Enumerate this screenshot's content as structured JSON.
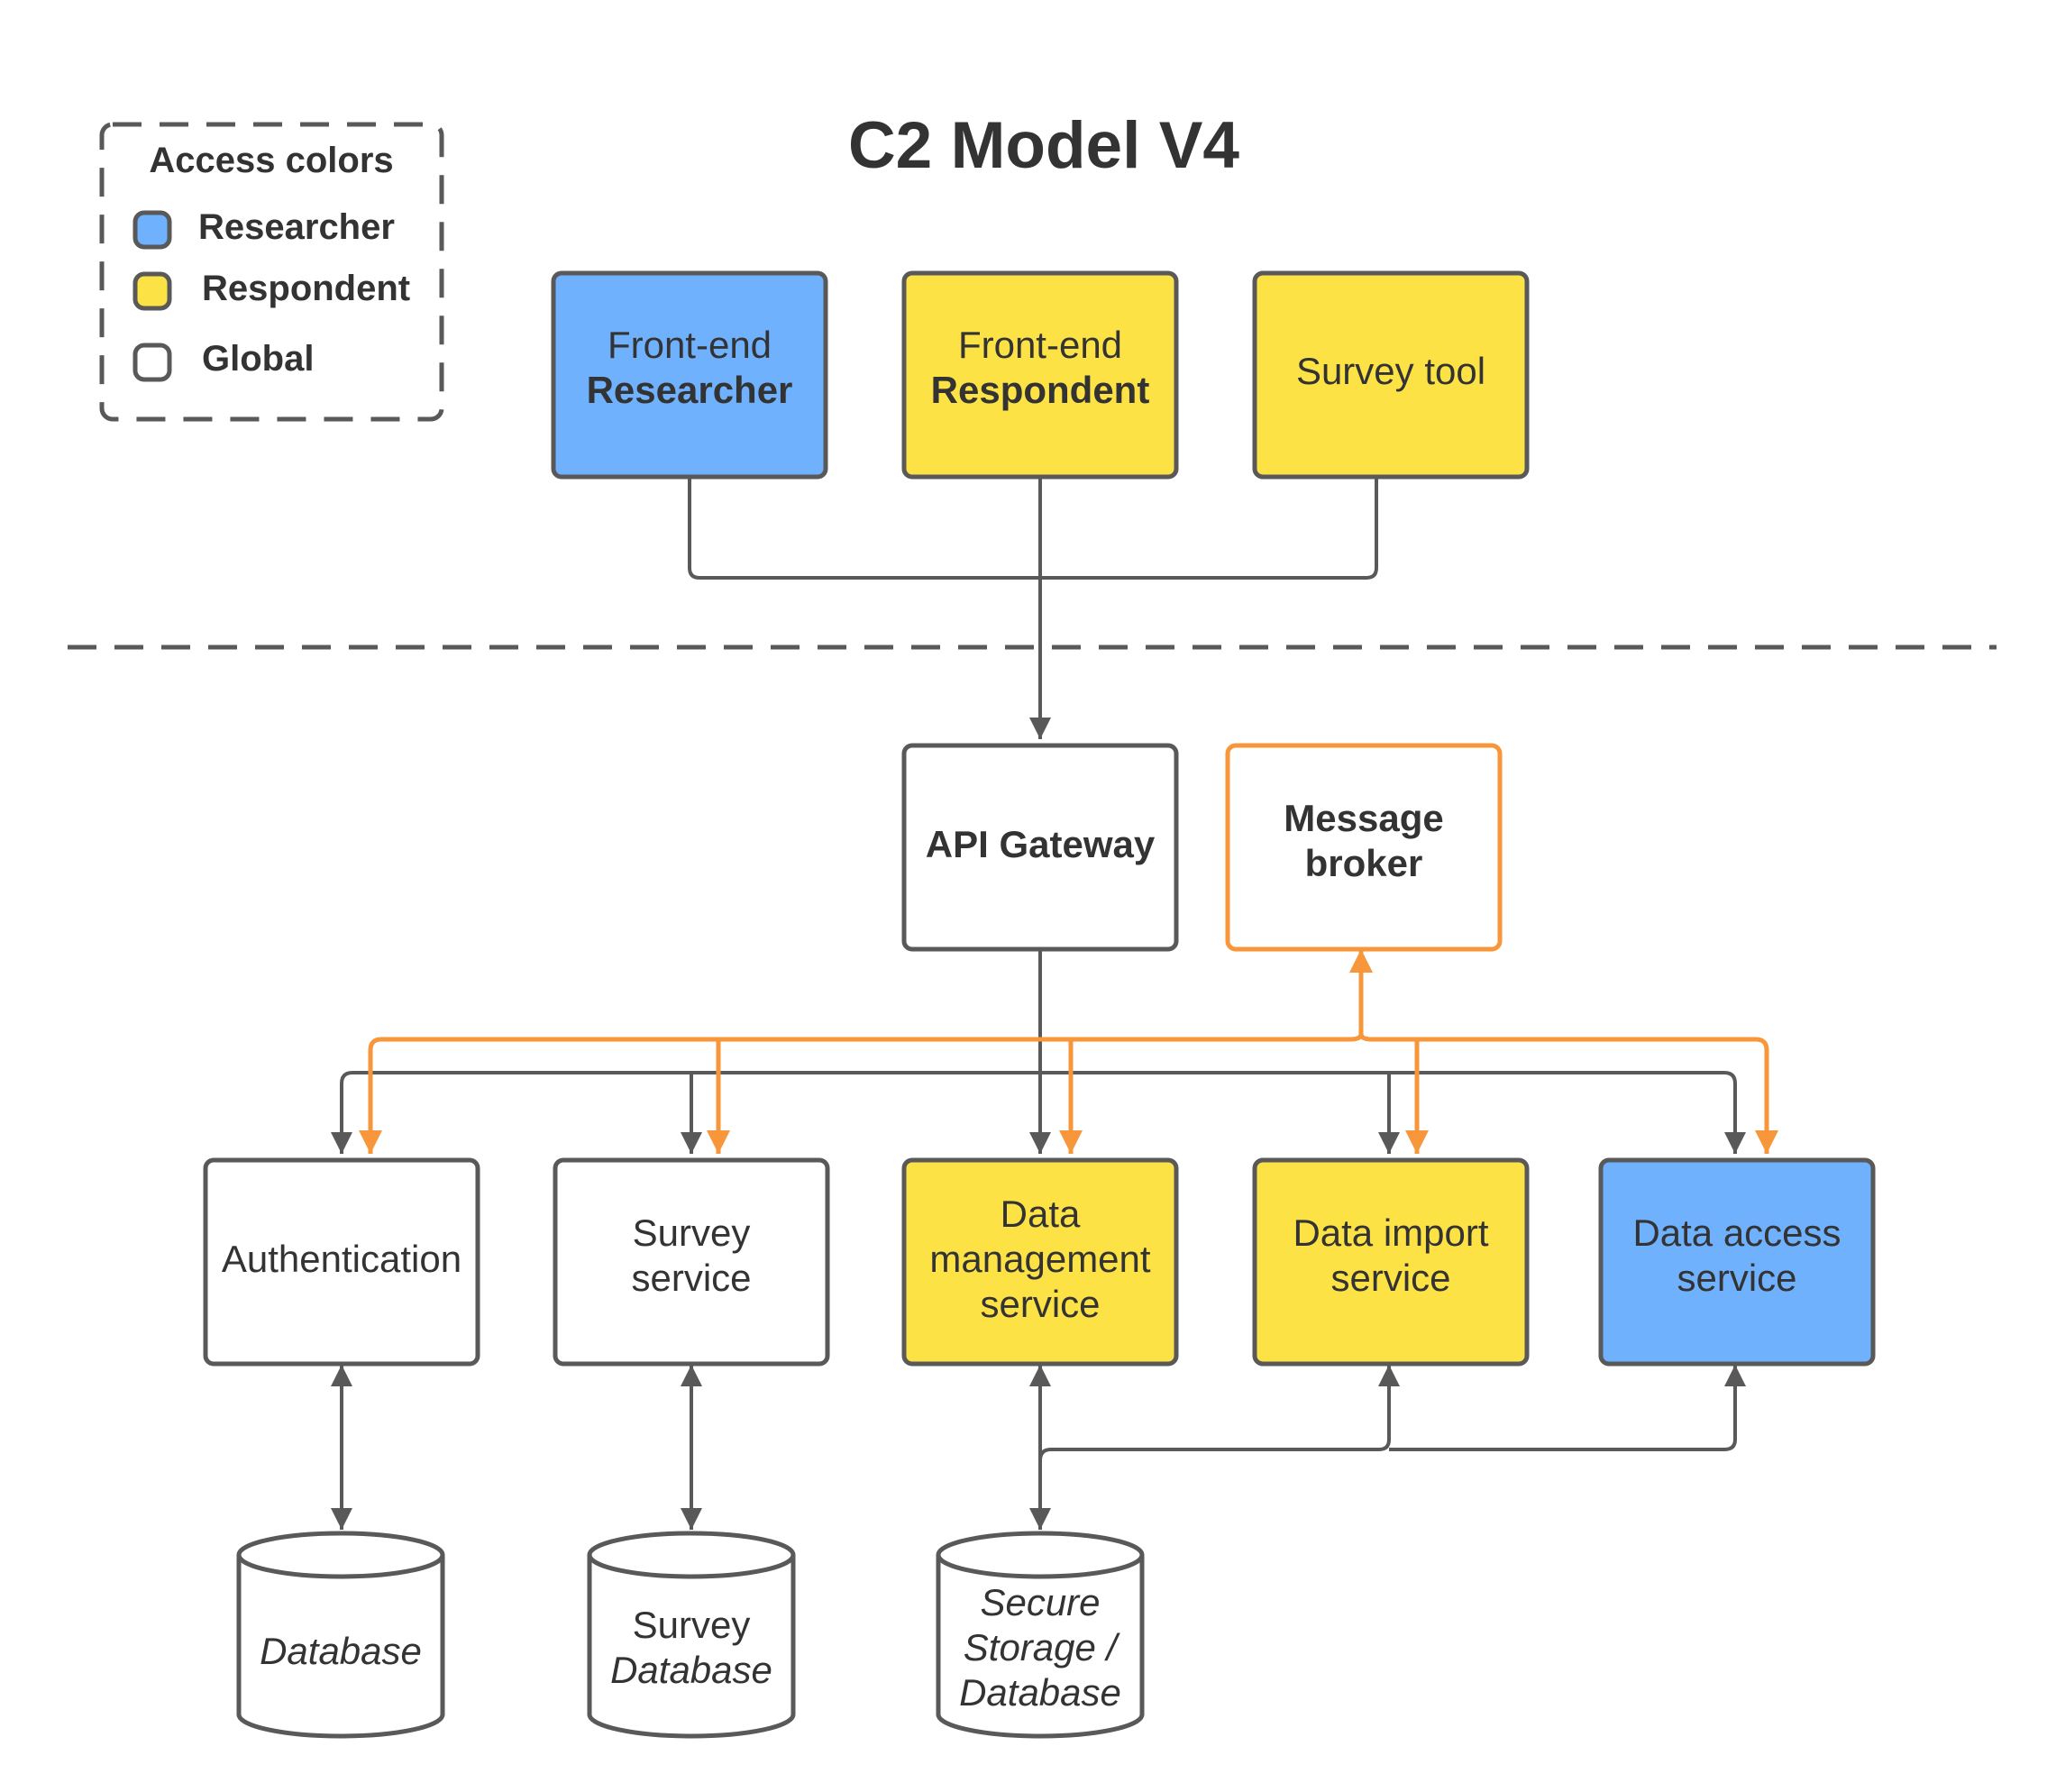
{
  "title": "C2 Model V4",
  "colors": {
    "researcher": "#6fb1fd",
    "respondent": "#fde246",
    "global": "#ffffff",
    "border": "#595959",
    "message_flow": "#f7963a",
    "text": "#333333"
  },
  "legend": {
    "heading": "Access colors",
    "items": [
      {
        "label": "Researcher",
        "color": "researcher"
      },
      {
        "label": "Respondent",
        "color": "respondent"
      },
      {
        "label": "Global",
        "color": "global"
      }
    ]
  },
  "nodes": {
    "frontend_researcher": {
      "line1": "Front-end",
      "line2": "Researcher",
      "access": "researcher"
    },
    "frontend_respondent": {
      "line1": "Front-end",
      "line2": "Respondent",
      "access": "respondent"
    },
    "survey_tool": {
      "label": "Survey tool",
      "access": "respondent"
    },
    "api_gateway": {
      "label": "API Gateway",
      "access": "global"
    },
    "message_broker": {
      "line1": "Message",
      "line2": "broker"
    },
    "authentication": {
      "label": "Authentication",
      "access": "global"
    },
    "survey_service": {
      "line1": "Survey",
      "line2": "service",
      "access": "global"
    },
    "data_management": {
      "line1": "Data",
      "line2": "management",
      "line3": "service",
      "access": "respondent"
    },
    "data_import": {
      "line1": "Data import",
      "line2": "service",
      "access": "respondent"
    },
    "data_access": {
      "line1": "Data access",
      "line2": "service",
      "access": "researcher"
    }
  },
  "databases": {
    "database": {
      "label": "Database"
    },
    "survey_database": {
      "line1": "Survey",
      "line2": "Database"
    },
    "secure_storage": {
      "line1": "Secure",
      "line2": "Storage /",
      "line3": "Database"
    }
  },
  "connections": [
    {
      "from": "Front-end Researcher",
      "to": "API Gateway"
    },
    {
      "from": "Front-end Respondent",
      "to": "API Gateway"
    },
    {
      "from": "Survey tool",
      "to": "API Gateway"
    },
    {
      "from": "API Gateway",
      "to": "Authentication"
    },
    {
      "from": "API Gateway",
      "to": "Survey service"
    },
    {
      "from": "API Gateway",
      "to": "Data management service"
    },
    {
      "from": "API Gateway",
      "to": "Data import service"
    },
    {
      "from": "API Gateway",
      "to": "Data access service"
    },
    {
      "from": "Message broker",
      "to": "Authentication",
      "bidirectional": true
    },
    {
      "from": "Message broker",
      "to": "Survey service",
      "bidirectional": true
    },
    {
      "from": "Message broker",
      "to": "Data management service",
      "bidirectional": true
    },
    {
      "from": "Message broker",
      "to": "Data import service",
      "bidirectional": true
    },
    {
      "from": "Message broker",
      "to": "Data access service",
      "bidirectional": true
    },
    {
      "from": "Authentication",
      "to": "Database",
      "bidirectional": true
    },
    {
      "from": "Survey service",
      "to": "Survey Database",
      "bidirectional": true
    },
    {
      "from": "Secure Storage / Database",
      "to": "Data management service",
      "bidirectional": true
    },
    {
      "from": "Secure Storage / Database",
      "to": "Data import service"
    },
    {
      "from": "Secure Storage / Database",
      "to": "Data access service"
    }
  ]
}
